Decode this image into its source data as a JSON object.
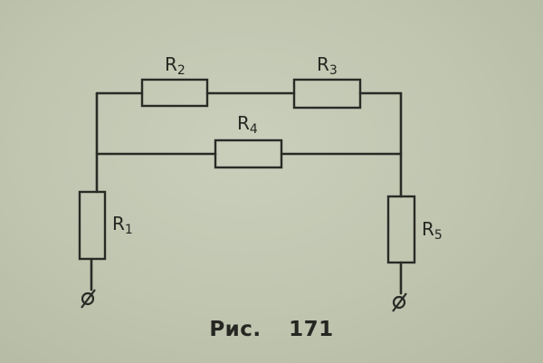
{
  "figure": {
    "caption": "Рис. 171",
    "resistors": {
      "r1": {
        "letter": "R",
        "sub": "1"
      },
      "r2": {
        "letter": "R",
        "sub": "2"
      },
      "r3": {
        "letter": "R",
        "sub": "3"
      },
      "r4": {
        "letter": "R",
        "sub": "4"
      },
      "r5": {
        "letter": "R",
        "sub": "5"
      }
    },
    "terminals": {
      "left_symbol": "ø",
      "right_symbol": "ø"
    }
  }
}
